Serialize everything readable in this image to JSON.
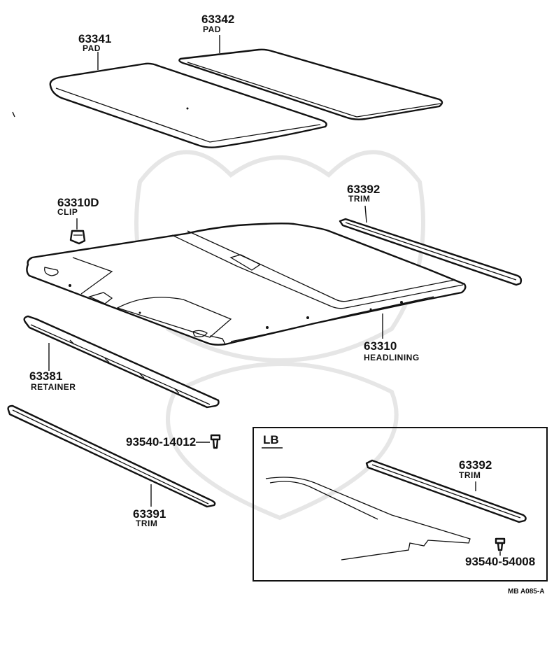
{
  "parts": {
    "pad_front": {
      "number": "63341",
      "name": "PAD"
    },
    "pad_rear": {
      "number": "63342",
      "name": "PAD"
    },
    "clip": {
      "number": "63310D",
      "name": "CLIP"
    },
    "trim_side": {
      "number": "63392",
      "name": "TRIM"
    },
    "headlining": {
      "number": "63310",
      "name": "HEADLINING"
    },
    "retainer": {
      "number": "63381",
      "name": "RETAINER"
    },
    "screw_front": {
      "number": "93540-14012"
    },
    "trim_front": {
      "number": "63391",
      "name": "TRIM"
    }
  },
  "inset": {
    "title": "LB",
    "trim": {
      "number": "63392",
      "name": "TRIM"
    },
    "screw": {
      "number": "93540-54008"
    }
  },
  "footer": {
    "code": "MB A085-A"
  }
}
